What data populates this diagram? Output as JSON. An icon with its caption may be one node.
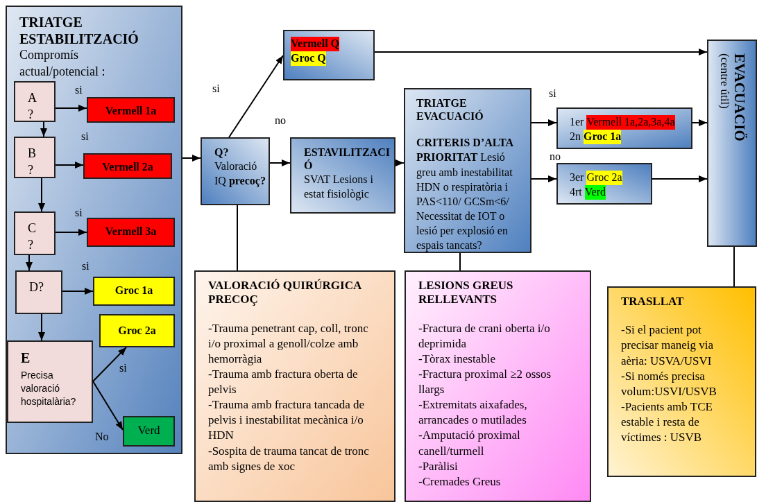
{
  "diagram": {
    "nodes": [
      {
        "text": [
          "TRIATGE ESTABILITZACIÓ",
          "Compromís actual/potencial :"
        ]
      },
      {
        "text": [
          "A ?"
        ],
        "in": 0
      },
      {
        "text": [
          "Vermell 1a"
        ],
        "in": 0
      },
      {
        "text": [
          "B ?"
        ],
        "in": 0
      },
      {
        "text": [
          "Vermell 2a"
        ],
        "in": 0
      },
      {
        "text": [
          "C ?"
        ],
        "in": 0
      },
      {
        "text": [
          "Vermell 3a"
        ],
        "in": 0
      },
      {
        "text": [
          "D?"
        ],
        "in": 0
      },
      {
        "text": [
          "Groc 1a"
        ],
        "in": 0
      },
      {
        "text": [
          "Groc 2a"
        ],
        "in": 0
      },
      {
        "text": [
          "E",
          "Precisa valoració hospitalària?"
        ],
        "in": 0
      },
      {
        "text": [
          "Verd"
        ],
        "in": 0
      },
      {
        "text": [
          "Q?",
          "Valoració IQ **precoç?**"
        ]
      },
      {
        "text": [
          "Vermell Q",
          "Groc Q"
        ]
      },
      {
        "text": [
          "ESTAVILITZACIÓ",
          "SVAT Lesions i estat fisiològic"
        ]
      },
      {
        "text": [
          "TRIATGE EVACUACIÓ",
          "**CRITERIS D’ALTA PRIORITAT** Lesió greu amb inestabilitat HDN o respiratòria i PAS<110/ GCSm<6/ Necessitat de IOT o lesió per explosió en espais tancats?"
        ]
      },
      {
        "text": [
          "1er",
          "Vermell 1a,2a,3a,4a",
          "2n",
          "Groc 1a"
        ]
      },
      {
        "text": [
          "3er",
          "Groc 2a",
          "4rt",
          "Verd"
        ]
      },
      {
        "text": [
          "EVACUACIÖ",
          "(centre útil)"
        ]
      },
      {
        "text": [
          "VALORACIÓ QUIRÚRGICA PRECOÇ",
          "-Trauma penetrant cap, coll, tronc i/o proximal a genoll/colze amb hemorràgia",
          "-Trauma amb fractura oberta de pelvis",
          "-Trauma amb fractura tancada de pelvis i inestabilitat mecànica i/o HDN",
          "-Sospita de trauma tancat de tronc amb signes de xoc"
        ]
      },
      {
        "text": [
          "LESIONS GREUS RELLEVANTS",
          "-Fractura de crani oberta i/o deprimida",
          "-Tòrax inestable",
          "-Fractura proximal ≥2 ossos llargs",
          "-Extremitats aixafades, arrancades o mutilades",
          "-Amputació proximal canell/turmell",
          "-Paràlisi",
          "-Cremades Greus"
        ]
      },
      {
        "text": [
          "TRASLLAT",
          "-Si el pacient pot precisar maneig via aèria: USVA/USVI",
          "-Si només precisa volum:USVI/USVB",
          "-Pacients amb TCE estable i resta de víctimes : USVB"
        ]
      }
    ],
    "edges": [
      {
        "from": 1,
        "to": 2,
        "arrow": "to",
        "label": "si"
      },
      {
        "from": 1,
        "to": 3,
        "arrow": "to"
      },
      {
        "from": 3,
        "to": 4,
        "arrow": "to",
        "label": "si"
      },
      {
        "from": 3,
        "to": 5,
        "arrow": "to"
      },
      {
        "from": 5,
        "to": 6,
        "arrow": "to",
        "label": "si"
      },
      {
        "from": 5,
        "to": 7,
        "arrow": "to"
      },
      {
        "from": 7,
        "to": 8,
        "arrow": "to",
        "label": "si"
      },
      {
        "from": 7,
        "to": 10,
        "arrow": "to"
      },
      {
        "from": 10,
        "to": 9,
        "arrow": "to",
        "label": "si"
      },
      {
        "from": 10,
        "to": 11,
        "arrow": "to",
        "label": "No"
      },
      {
        "from": 0,
        "to": 12,
        "arrow": "to"
      },
      {
        "from": 12,
        "to": 13,
        "arrow": "to",
        "label": "si"
      },
      {
        "from": 12,
        "to": 14,
        "arrow": "to",
        "label": "no"
      },
      {
        "from": 14,
        "to": 15,
        "arrow": "to"
      },
      {
        "from": 15,
        "to": 16,
        "arrow": "to",
        "label": "si"
      },
      {
        "from": 15,
        "to": 17,
        "arrow": "to",
        "label": "no"
      },
      {
        "from": 13,
        "to": 18,
        "arrow": "to"
      },
      {
        "from": 16,
        "to": 18,
        "arrow": "to"
      },
      {
        "from": 17,
        "to": 18,
        "arrow": "to"
      },
      {
        "from": 12,
        "to": 19,
        "arrow": "none"
      },
      {
        "from": 15,
        "to": 20,
        "arrow": "none"
      },
      {
        "from": 18,
        "to": 21,
        "arrow": "none"
      }
    ]
  }
}
